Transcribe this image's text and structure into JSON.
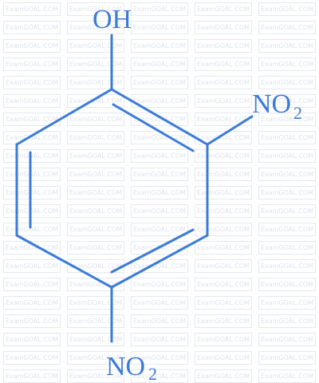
{
  "watermark": {
    "text": "ExamGOAL.COM",
    "color": "#dde3ee"
  },
  "molecule": {
    "name": "2,4-dinitrophenol",
    "line_color": "#3b7bd8",
    "labels": {
      "hydroxyl": "OH",
      "nitro_ortho_main": "NO",
      "nitro_ortho_sub": "2",
      "nitro_para_main": "NO",
      "nitro_para_sub": "2"
    }
  }
}
